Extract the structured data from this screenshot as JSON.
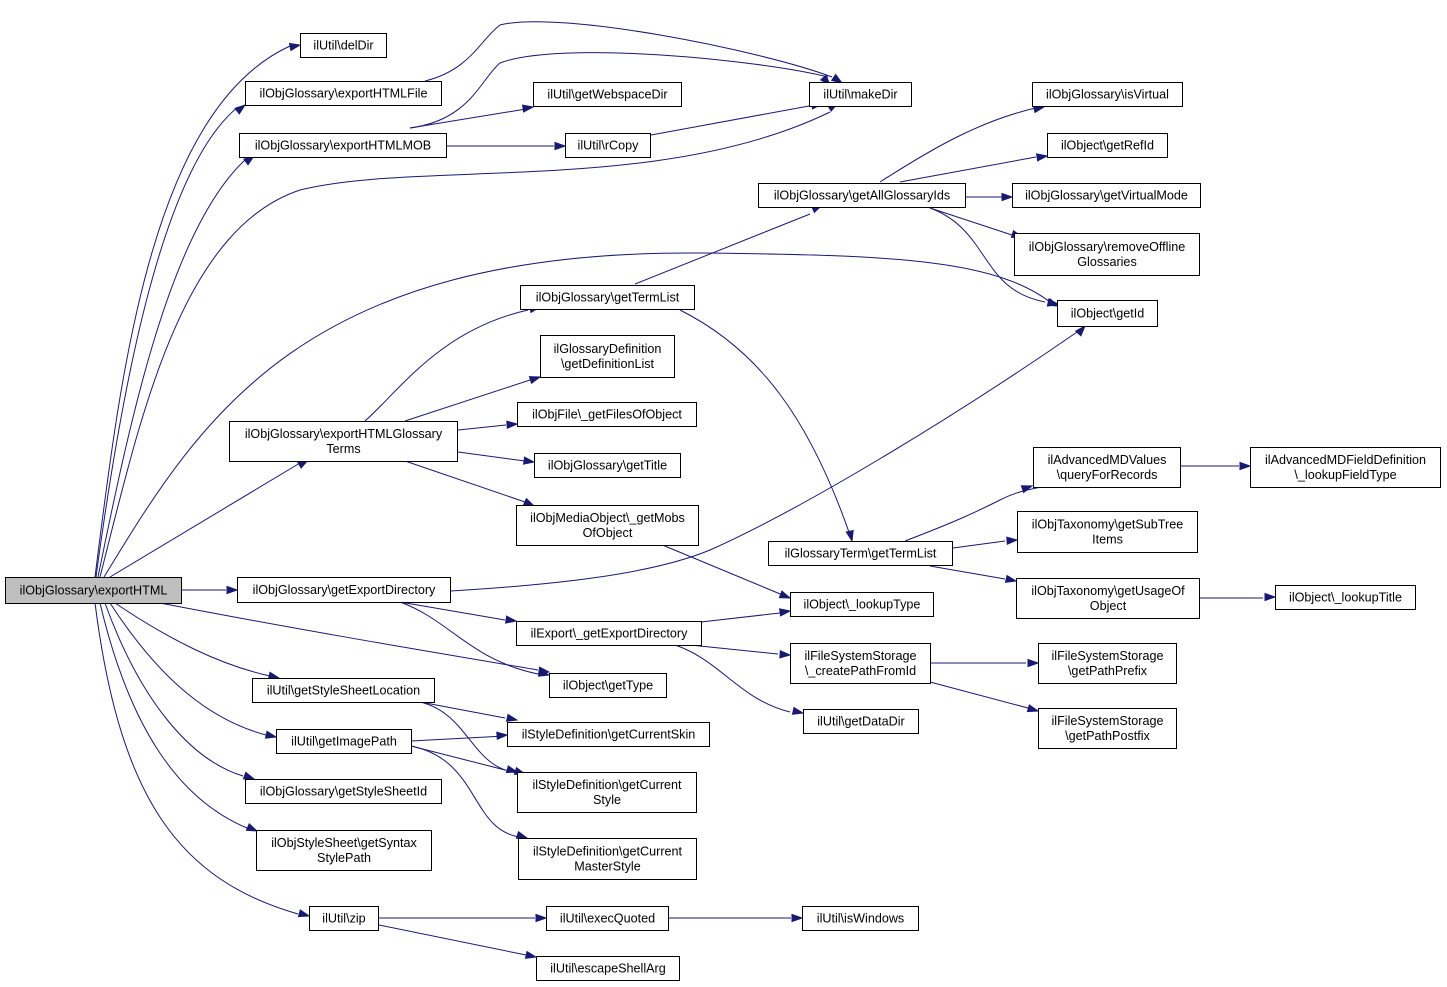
{
  "colors": {
    "edge": "#191970",
    "node_border": "#000000",
    "node_fill": "#ffffff",
    "root_fill": "#bfbfbf",
    "background": "#ffffff"
  },
  "nodes": [
    {
      "id": "exportHTML",
      "lines": [
        "ilObjGlossary\\exportHTML"
      ],
      "root": true
    },
    {
      "id": "delDir",
      "lines": [
        "ilUtil\\delDir"
      ]
    },
    {
      "id": "exportHTMLFile",
      "lines": [
        "ilObjGlossary\\exportHTMLFile"
      ]
    },
    {
      "id": "makeDir",
      "lines": [
        "ilUtil\\makeDir"
      ]
    },
    {
      "id": "exportHTMLMOB",
      "lines": [
        "ilObjGlossary\\exportHTMLMOB"
      ]
    },
    {
      "id": "getWebspaceDir",
      "lines": [
        "ilUtil\\getWebspaceDir"
      ]
    },
    {
      "id": "rCopy",
      "lines": [
        "ilUtil\\rCopy"
      ]
    },
    {
      "id": "isVirtual",
      "lines": [
        "ilObjGlossary\\isVirtual"
      ]
    },
    {
      "id": "getRefId",
      "lines": [
        "ilObject\\getRefId"
      ]
    },
    {
      "id": "getAllGlossaryIds",
      "lines": [
        "ilObjGlossary\\getAllGlossaryIds"
      ]
    },
    {
      "id": "getVirtualMode",
      "lines": [
        "ilObjGlossary\\getVirtualMode"
      ]
    },
    {
      "id": "removeOffline",
      "lines": [
        "ilObjGlossary\\removeOffline",
        "Glossaries"
      ]
    },
    {
      "id": "getTermList",
      "lines": [
        "ilObjGlossary\\getTermList"
      ]
    },
    {
      "id": "getId",
      "lines": [
        "ilObject\\getId"
      ]
    },
    {
      "id": "getDefinitionList",
      "lines": [
        "ilGlossaryDefinition",
        "\\getDefinitionList"
      ]
    },
    {
      "id": "exportHTMLGlossaryTerms",
      "lines": [
        "ilObjGlossary\\exportHTMLGlossary",
        "Terms"
      ]
    },
    {
      "id": "getFilesOfObject",
      "lines": [
        "ilObjFile\\_getFilesOfObject"
      ]
    },
    {
      "id": "getTitle",
      "lines": [
        "ilObjGlossary\\getTitle"
      ]
    },
    {
      "id": "queryForRecords",
      "lines": [
        "ilAdvancedMDValues",
        "\\queryForRecords"
      ]
    },
    {
      "id": "lookupFieldType",
      "lines": [
        "ilAdvancedMDFieldDefinition",
        "\\_lookupFieldType"
      ]
    },
    {
      "id": "getMobsOfObject",
      "lines": [
        "ilObjMediaObject\\_getMobs",
        "OfObject"
      ]
    },
    {
      "id": "getSubTreeItems",
      "lines": [
        "ilObjTaxonomy\\getSubTree",
        "Items"
      ]
    },
    {
      "id": "termGetTermList",
      "lines": [
        "ilGlossaryTerm\\getTermList"
      ]
    },
    {
      "id": "getUsageOfObject",
      "lines": [
        "ilObjTaxonomy\\getUsageOf",
        "Object"
      ]
    },
    {
      "id": "lookupTitle",
      "lines": [
        "ilObject\\_lookupTitle"
      ]
    },
    {
      "id": "getExportDirectory",
      "lines": [
        "ilObjGlossary\\getExportDirectory"
      ]
    },
    {
      "id": "lookupType",
      "lines": [
        "ilObject\\_lookupType"
      ]
    },
    {
      "id": "exportGetExportDirectory",
      "lines": [
        "ilExport\\_getExportDirectory"
      ]
    },
    {
      "id": "createPathFromId",
      "lines": [
        "ilFileSystemStorage",
        "\\_createPathFromId"
      ]
    },
    {
      "id": "getPathPrefix",
      "lines": [
        "ilFileSystemStorage",
        "\\getPathPrefix"
      ]
    },
    {
      "id": "getType",
      "lines": [
        "ilObject\\getType"
      ]
    },
    {
      "id": "getStyleSheetLocation",
      "lines": [
        "ilUtil\\getStyleSheetLocation"
      ]
    },
    {
      "id": "getDataDir",
      "lines": [
        "ilUtil\\getDataDir"
      ]
    },
    {
      "id": "getPathPostfix",
      "lines": [
        "ilFileSystemStorage",
        "\\getPathPostfix"
      ]
    },
    {
      "id": "getImagePath",
      "lines": [
        "ilUtil\\getImagePath"
      ]
    },
    {
      "id": "getCurrentSkin",
      "lines": [
        "ilStyleDefinition\\getCurrentSkin"
      ]
    },
    {
      "id": "getStyleSheetId",
      "lines": [
        "ilObjGlossary\\getStyleSheetId"
      ]
    },
    {
      "id": "getCurrentStyle",
      "lines": [
        "ilStyleDefinition\\getCurrent",
        "Style"
      ]
    },
    {
      "id": "getSyntaxStylePath",
      "lines": [
        "ilObjStyleSheet\\getSyntax",
        "StylePath"
      ]
    },
    {
      "id": "getCurrentMasterStyle",
      "lines": [
        "ilStyleDefinition\\getCurrent",
        "MasterStyle"
      ]
    },
    {
      "id": "zip",
      "lines": [
        "ilUtil\\zip"
      ]
    },
    {
      "id": "execQuoted",
      "lines": [
        "ilUtil\\execQuoted"
      ]
    },
    {
      "id": "isWindows",
      "lines": [
        "ilUtil\\isWindows"
      ]
    },
    {
      "id": "escapeShellArg",
      "lines": [
        "ilUtil\\escapeShellArg"
      ]
    }
  ]
}
